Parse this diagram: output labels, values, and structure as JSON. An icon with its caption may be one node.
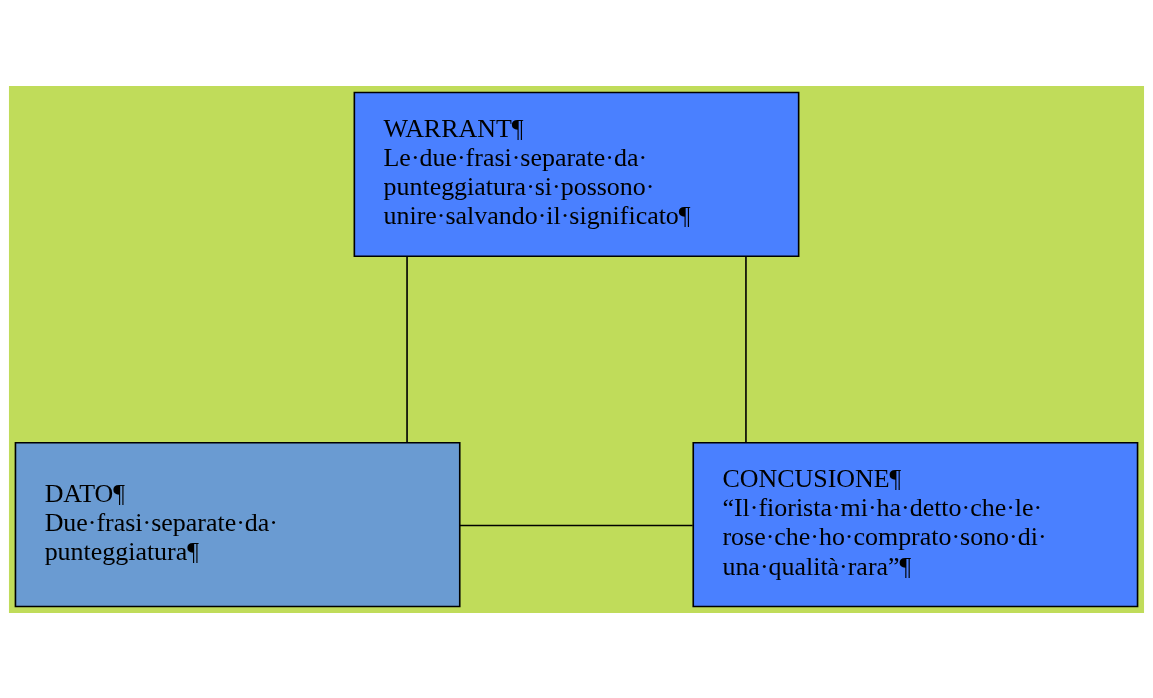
{
  "diagram": {
    "nodes": [
      {
        "text": [
          "DATO¶",
          "Due·frasi·separate·da· punteggiatura¶"
        ]
      },
      {
        "text": [
          "CONCUSIONE¶",
          "“Il·fiorista·mi·ha·detto·che·le· rose·che·ho·comprato·sono·di· una·qualità·rara”¶"
        ]
      },
      {
        "text": [
          "WARRANT¶",
          "Le·due·frasi·separate·da· punteggiatura·si·possono· unire·salvando·il·significato¶"
        ]
      }
    ],
    "edges": [
      {
        "from": 0,
        "to": 1,
        "arrow": "none"
      },
      {
        "from": 2,
        "to": 0,
        "arrow": "none"
      },
      {
        "from": 2,
        "to": 1,
        "arrow": "none"
      }
    ]
  }
}
